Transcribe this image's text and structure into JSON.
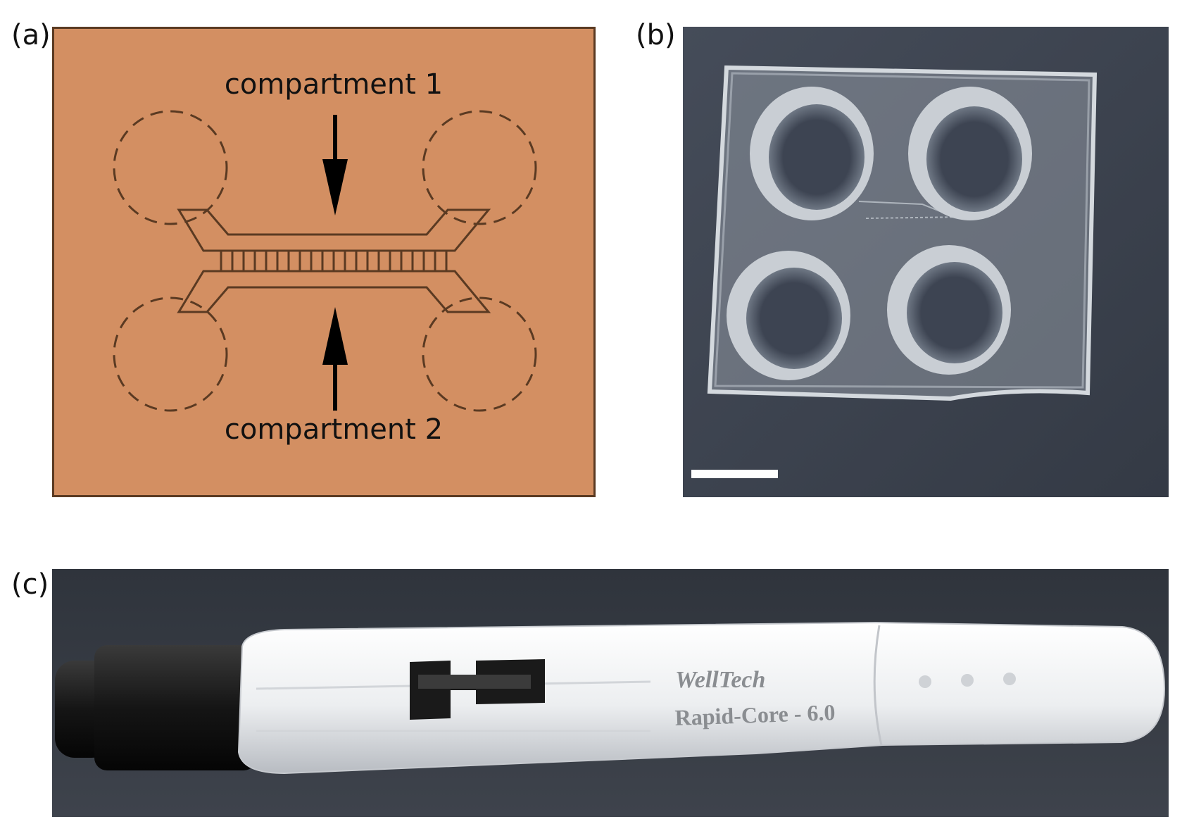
{
  "panels": {
    "a": {
      "label": "(a)",
      "top_annotation": "compartment 1",
      "bottom_annotation": "compartment 2",
      "colors": {
        "background": "#d38f62",
        "outline": "#5a3a22",
        "arrow": "#000000"
      }
    },
    "b": {
      "label": "(b)",
      "colors": {
        "background": "#3c4350",
        "chip": "#aab2bb",
        "scale_bar": "#ffffff"
      }
    },
    "c": {
      "label": "(c)",
      "brand_text": "WellTech",
      "model_text": "Rapid-Core - 6.0",
      "colors": {
        "background": "#363b44",
        "body": "#e9eaec",
        "cap": "#161616"
      }
    }
  }
}
